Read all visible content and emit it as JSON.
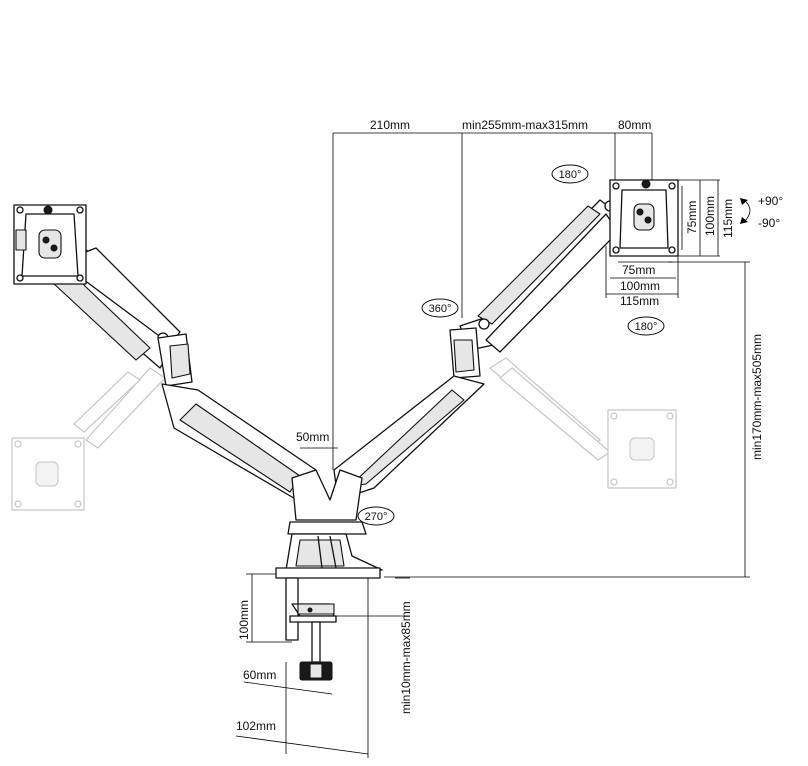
{
  "dimensions": {
    "arm_reach_left": "210mm",
    "arm_reach_range": "min255mm-max315mm",
    "plate_offset": "80mm",
    "center_width": "50mm",
    "height_range": "min170mm-max505mm",
    "clamp_height": "100mm",
    "desk_thickness": "min10mm-max85mm",
    "clamp_pad": "60mm",
    "clamp_depth": "102mm"
  },
  "vesa": {
    "h_75": "75mm",
    "h_100": "100mm",
    "h_115": "115mm",
    "v_75": "75mm",
    "v_100": "100mm",
    "v_115": "115mm"
  },
  "rotations": {
    "top_180": "180°",
    "bottom_180": "180°",
    "swivel_360": "360°",
    "base_270": "270°",
    "tilt_up": "+90°",
    "tilt_down": "-90°"
  }
}
